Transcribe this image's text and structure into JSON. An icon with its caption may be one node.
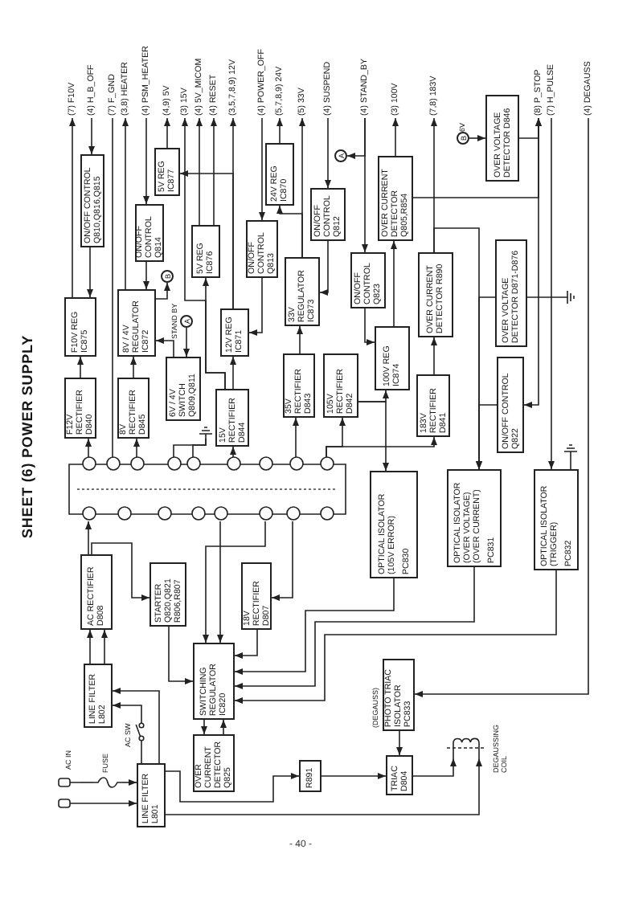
{
  "diagram": {
    "title": "SHEET (6) POWER SUPPLY",
    "nodes": [
      {
        "text": [],
        "shape": "plug",
        "beside": [
          "AC IN"
        ]
      },
      {
        "text": [],
        "shape": "fuse",
        "beside": [
          "FUSE"
        ]
      },
      {
        "text": [
          "LINE FILTER L801"
        ]
      },
      {
        "text": [],
        "shape": "switch",
        "beside": [
          "AC SW"
        ]
      },
      {
        "text": [
          "LINE FILTER L802"
        ]
      },
      {
        "text": [
          "AC RECTIFIER D808"
        ]
      },
      {
        "text": [
          "STARTER Q820,Q821 R806,R807"
        ]
      },
      {
        "text": [
          "18V RECTIFIER D807"
        ]
      },
      {
        "text": [
          "SWITCHING REGULATOR IC820"
        ]
      },
      {
        "text": [
          "OVER CURRENT DETECTOR Q825"
        ]
      },
      {
        "text": [
          "R891"
        ]
      },
      {
        "text": [
          "TRIAC D804"
        ]
      },
      {
        "text": [
          "PHOTO TRIAC ISOLATOR PC833"
        ],
        "beside": [
          "(DEGAUSS)"
        ]
      },
      {
        "text": [],
        "shape": "coil",
        "beside": [
          "DEGAUSSING COIL"
        ]
      },
      {
        "text": [
          "OPTICAL ISOLATOR (105V ERROR)",
          "PC830"
        ]
      },
      {
        "text": [
          "OPTICAL ISOLATOR (OVER VOLTAGE) (OVER CURRENT)",
          "PC831"
        ]
      },
      {
        "text": [
          "OPTICAL ISOLATOR (TRIGGER)",
          "PC832"
        ]
      },
      {
        "text": [],
        "shape": "circle"
      },
      {
        "text": [],
        "shape": "circle"
      },
      {
        "text": [],
        "shape": "circle"
      },
      {
        "text": [],
        "shape": "circle"
      },
      {
        "text": [],
        "shape": "circle"
      },
      {
        "text": [],
        "shape": "circle"
      },
      {
        "text": [],
        "shape": "circle"
      },
      {
        "text": [],
        "shape": "circle"
      },
      {
        "text": [],
        "shape": "circle"
      },
      {
        "text": [],
        "shape": "circle"
      },
      {
        "text": [],
        "shape": "circle"
      },
      {
        "text": [],
        "shape": "circle"
      },
      {
        "text": [],
        "shape": "circle"
      },
      {
        "text": [],
        "shape": "circle"
      },
      {
        "text": [],
        "shape": "circle"
      },
      {
        "text": [],
        "shape": "circle"
      },
      {
        "text": [],
        "shape": "circle"
      },
      {
        "text": [
          "F12V RECTIFIER D840"
        ]
      },
      {
        "text": [
          "8V RECTIFIER D845"
        ]
      },
      {
        "text": [
          "6V / 4V SWITCH Q809,Q811"
        ]
      },
      {
        "text": [
          "15V RECTIFIER D844"
        ]
      },
      {
        "text": [
          "35V RECTIFIER D843"
        ]
      },
      {
        "text": [
          "105V RECTIFIER D842"
        ]
      },
      {
        "text": [
          "183V RECTIFIER D841"
        ]
      },
      {
        "text": [
          "ON/OFF CONTROL Q822"
        ]
      },
      {
        "text": [
          "F10V REG IC875"
        ]
      },
      {
        "text": [
          "8V / 4V REGULATOR IC872"
        ]
      },
      {
        "text": [
          "A"
        ],
        "beside": [
          "STAND BY"
        ]
      },
      {
        "text": [
          "B"
        ]
      },
      {
        "text": [
          "12V REG IC871"
        ]
      },
      {
        "text": [
          "33V REGULATOR IC873"
        ]
      },
      {
        "text": [
          "100V REG IC874"
        ]
      },
      {
        "text": [
          "OVER CURRENT DETECTOR R890"
        ]
      },
      {
        "text": [
          "OVER VOLTAGE DETECTOR D871-D876"
        ]
      },
      {
        "text": [
          "ON/OFF CONTROL Q810,Q816,Q815"
        ]
      },
      {
        "text": [
          "ON/OFF CONTROL Q814"
        ]
      },
      {
        "text": [
          "5V REG IC877"
        ]
      },
      {
        "text": [
          "5V REG IC876"
        ]
      },
      {
        "text": [
          "ON/OFF CONTROL Q813"
        ]
      },
      {
        "text": [
          "24V REG IC870"
        ]
      },
      {
        "text": [
          "ON/OFF CONTROL Q812"
        ]
      },
      {
        "text": [
          "ON/OFF CONTROL Q823"
        ]
      },
      {
        "text": [
          "A"
        ]
      },
      {
        "text": [
          "OVER CURRENT DETECTOR Q805,R854"
        ]
      },
      {
        "text": [
          "B"
        ],
        "beside": [
          "6V"
        ]
      },
      {
        "text": [
          "OVER VOLTAGE DETECTOR D846"
        ]
      },
      {
        "text": [
          "(7) F10V"
        ]
      },
      {
        "text": [
          "(4) H_B_OFF"
        ]
      },
      {
        "text": [
          "(7) F_GND"
        ]
      },
      {
        "text": [
          "(3,8) HEATER"
        ]
      },
      {
        "text": [
          "(4) PSM_HEATER"
        ]
      },
      {
        "text": [
          "(4,9) 5V"
        ]
      },
      {
        "text": [
          "(3) 15V"
        ]
      },
      {
        "text": [
          "(4) 5V_MICOM"
        ]
      },
      {
        "text": [
          "(4) RESET"
        ]
      },
      {
        "text": [
          "(3,5,7,8,9) 12V"
        ]
      },
      {
        "text": [
          "(4) POWER_OFF"
        ]
      },
      {
        "text": [
          "(5,7,8,9) 24V"
        ]
      },
      {
        "text": [
          "(5) 33V"
        ]
      },
      {
        "text": [
          "(4) SUSPEND"
        ]
      },
      {
        "text": [
          "(4) STAND_BY"
        ]
      },
      {
        "text": [
          "(3) 100V"
        ]
      },
      {
        "text": [
          "(7,8) 183V"
        ]
      },
      {
        "text": [
          "(8) P_STOP"
        ]
      },
      {
        "text": [
          "(7) H_PULSE"
        ]
      },
      {
        "text": [
          "(4) DEGAUSS"
        ]
      },
      {
        "text": [],
        "shape": "ground"
      },
      {
        "text": [],
        "shape": "ground"
      },
      {
        "text": [],
        "shape": "ground"
      }
    ],
    "edges": [
      {
        "from": 0,
        "to": 1,
        "arrow": "none"
      },
      {
        "from": 1,
        "to": 2,
        "arrow": "to"
      },
      {
        "from": 0,
        "to": 2,
        "arrow": "to"
      },
      {
        "from": 2,
        "to": 3,
        "arrow": "none"
      },
      {
        "from": 3,
        "to": 4,
        "arrow": "to"
      },
      {
        "from": 2,
        "to": 4,
        "arrow": "to"
      },
      {
        "from": 4,
        "to": 5,
        "arrow": "to"
      },
      {
        "from": 4,
        "to": 5,
        "arrow": "to"
      },
      {
        "from": 5,
        "to": 17,
        "arrow": "to"
      },
      {
        "from": 5,
        "to": 6,
        "arrow": "to"
      },
      {
        "from": 6,
        "to": 8,
        "arrow": "to"
      },
      {
        "from": 7,
        "to": 8,
        "arrow": "to"
      },
      {
        "from": 8,
        "to": 9,
        "arrow": "to"
      },
      {
        "from": 9,
        "to": 8,
        "arrow": "to"
      },
      {
        "from": 14,
        "to": 8,
        "arrow": "to"
      },
      {
        "from": 15,
        "to": 8,
        "arrow": "to"
      },
      {
        "from": 16,
        "to": 8,
        "arrow": "to"
      },
      {
        "from": 10,
        "to": 11,
        "arrow": "to"
      },
      {
        "from": 12,
        "to": 11,
        "arrow": "to"
      },
      {
        "from": 11,
        "to": 13,
        "arrow": "to"
      },
      {
        "from": 2,
        "to": 13,
        "arrow": "to"
      },
      {
        "from": 2,
        "to": 10,
        "arrow": "to"
      },
      {
        "from": 82,
        "to": 12,
        "arrow": "to"
      },
      {
        "from": 25,
        "to": 34,
        "arrow": "to"
      },
      {
        "from": 34,
        "to": 42,
        "arrow": "to"
      },
      {
        "from": 42,
        "to": 63,
        "arrow": "to"
      },
      {
        "from": 64,
        "to": 51,
        "arrow": "to"
      },
      {
        "from": 51,
        "to": 42,
        "arrow": "to"
      },
      {
        "from": 26,
        "to": 65,
        "arrow": "none"
      },
      {
        "from": 27,
        "to": 35,
        "arrow": "to"
      },
      {
        "from": 35,
        "to": 43,
        "arrow": "to"
      },
      {
        "from": 43,
        "to": 66,
        "arrow": "to"
      },
      {
        "from": 67,
        "to": 52,
        "arrow": "to"
      },
      {
        "from": 52,
        "to": 43,
        "arrow": "to"
      },
      {
        "from": 43,
        "to": 45,
        "arrow": "to"
      },
      {
        "from": 36,
        "to": 43,
        "arrow": "to"
      },
      {
        "from": 44,
        "to": 36,
        "arrow": "to"
      },
      {
        "from": 30,
        "to": 37,
        "arrow": "to"
      },
      {
        "from": 37,
        "to": 46,
        "arrow": "to"
      },
      {
        "from": 37,
        "to": 54,
        "arrow": "to"
      },
      {
        "from": 37,
        "to": 69,
        "arrow": "to"
      },
      {
        "from": 54,
        "to": 70,
        "arrow": "to"
      },
      {
        "from": 54,
        "to": 71,
        "arrow": "to"
      },
      {
        "from": 46,
        "to": 72,
        "arrow": "to"
      },
      {
        "from": 46,
        "to": 53,
        "arrow": "to"
      },
      {
        "from": 53,
        "to": 68,
        "arrow": "to"
      },
      {
        "from": 73,
        "to": 55,
        "arrow": "to"
      },
      {
        "from": 55,
        "to": 46,
        "arrow": "to"
      },
      {
        "from": 32,
        "to": 38,
        "arrow": "to"
      },
      {
        "from": 38,
        "to": 47,
        "arrow": "to"
      },
      {
        "from": 47,
        "to": 75,
        "arrow": "to"
      },
      {
        "from": 47,
        "to": 56,
        "arrow": "to"
      },
      {
        "from": 56,
        "to": 74,
        "arrow": "to"
      },
      {
        "from": 76,
        "to": 57,
        "arrow": "to"
      },
      {
        "from": 57,
        "to": 47,
        "arrow": "to"
      },
      {
        "from": 77,
        "to": 58,
        "arrow": "to"
      },
      {
        "from": 77,
        "to": 59,
        "arrow": "to"
      },
      {
        "from": 58,
        "to": 48,
        "arrow": "to"
      },
      {
        "from": 33,
        "to": 39,
        "arrow": "to"
      },
      {
        "from": 33,
        "to": 40,
        "arrow": "to"
      },
      {
        "from": 39,
        "to": 48,
        "arrow": "to"
      },
      {
        "from": 39,
        "to": 14,
        "arrow": "to"
      },
      {
        "from": 48,
        "to": 60,
        "arrow": "to"
      },
      {
        "from": 60,
        "to": 78,
        "arrow": "to"
      },
      {
        "from": 40,
        "to": 49,
        "arrow": "to"
      },
      {
        "from": 49,
        "to": 79,
        "arrow": "to"
      },
      {
        "from": 49,
        "to": 15,
        "arrow": "to"
      },
      {
        "from": 50,
        "to": 15,
        "arrow": "to"
      },
      {
        "from": 50,
        "to": 84,
        "arrow": "none"
      },
      {
        "from": 62,
        "to": 80,
        "arrow": "to"
      },
      {
        "from": 60,
        "to": 80,
        "arrow": "to"
      },
      {
        "from": 80,
        "to": 41,
        "arrow": "to"
      },
      {
        "from": 41,
        "to": 15,
        "arrow": "to"
      },
      {
        "from": 81,
        "to": 16,
        "arrow": "to"
      },
      {
        "from": 16,
        "to": 85,
        "arrow": "none"
      },
      {
        "from": 61,
        "to": 62,
        "arrow": "to"
      },
      {
        "from": 28,
        "to": 83,
        "arrow": "none"
      },
      {
        "from": 29,
        "to": 83,
        "arrow": "none"
      },
      {
        "from": 21,
        "to": 8,
        "arrow": "to"
      },
      {
        "from": 22,
        "to": 8,
        "arrow": "to"
      },
      {
        "from": 23,
        "to": 7,
        "arrow": "to"
      }
    ],
    "labels": [
      "- 40 -"
    ]
  }
}
